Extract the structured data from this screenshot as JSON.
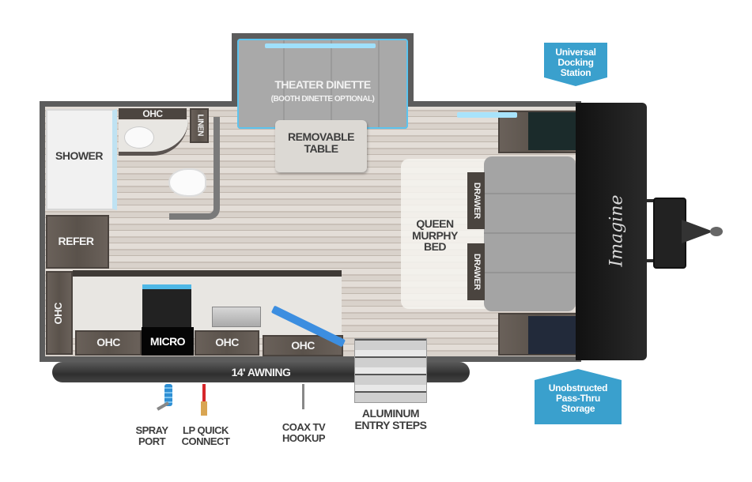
{
  "floorplan": {
    "brand_logo": "Imagine",
    "rooms": {
      "slideout": {
        "title": "Theater Dinette",
        "subtitle": "(Booth Dinette Optional)"
      },
      "table": "Removable Table",
      "shower": "Shower",
      "bath_ohc": "OHC",
      "linen": "LINEN",
      "refer": "Refer",
      "kitchen_ohc_side": "OHC",
      "kitchen_ohc_1": "OHC",
      "micro": "Micro",
      "kitchen_ohc_2": "OHC",
      "kitchen_ohc_3": "OHC",
      "bed": "Queen Murphy Bed",
      "drawer_top": "DRAWER",
      "drawer_bottom": "DRAWER"
    },
    "exterior": {
      "awning": "14' Awning",
      "spray_port": "Spray Port",
      "lp_quick_connect": "LP Quick Connect",
      "coax_tv": "Coax TV Hookup",
      "entry_steps": "Aluminum Entry Steps"
    },
    "callouts": {
      "docking": "Universal Docking Station",
      "storage": "Unobstructed Pass-Thru Storage"
    },
    "colors": {
      "callout": "#3aa0cd",
      "accent_led": "#5cc4ef",
      "walls": "#555555",
      "front_cap": "#1e1e1e",
      "lp_line": "#d6262a"
    }
  }
}
